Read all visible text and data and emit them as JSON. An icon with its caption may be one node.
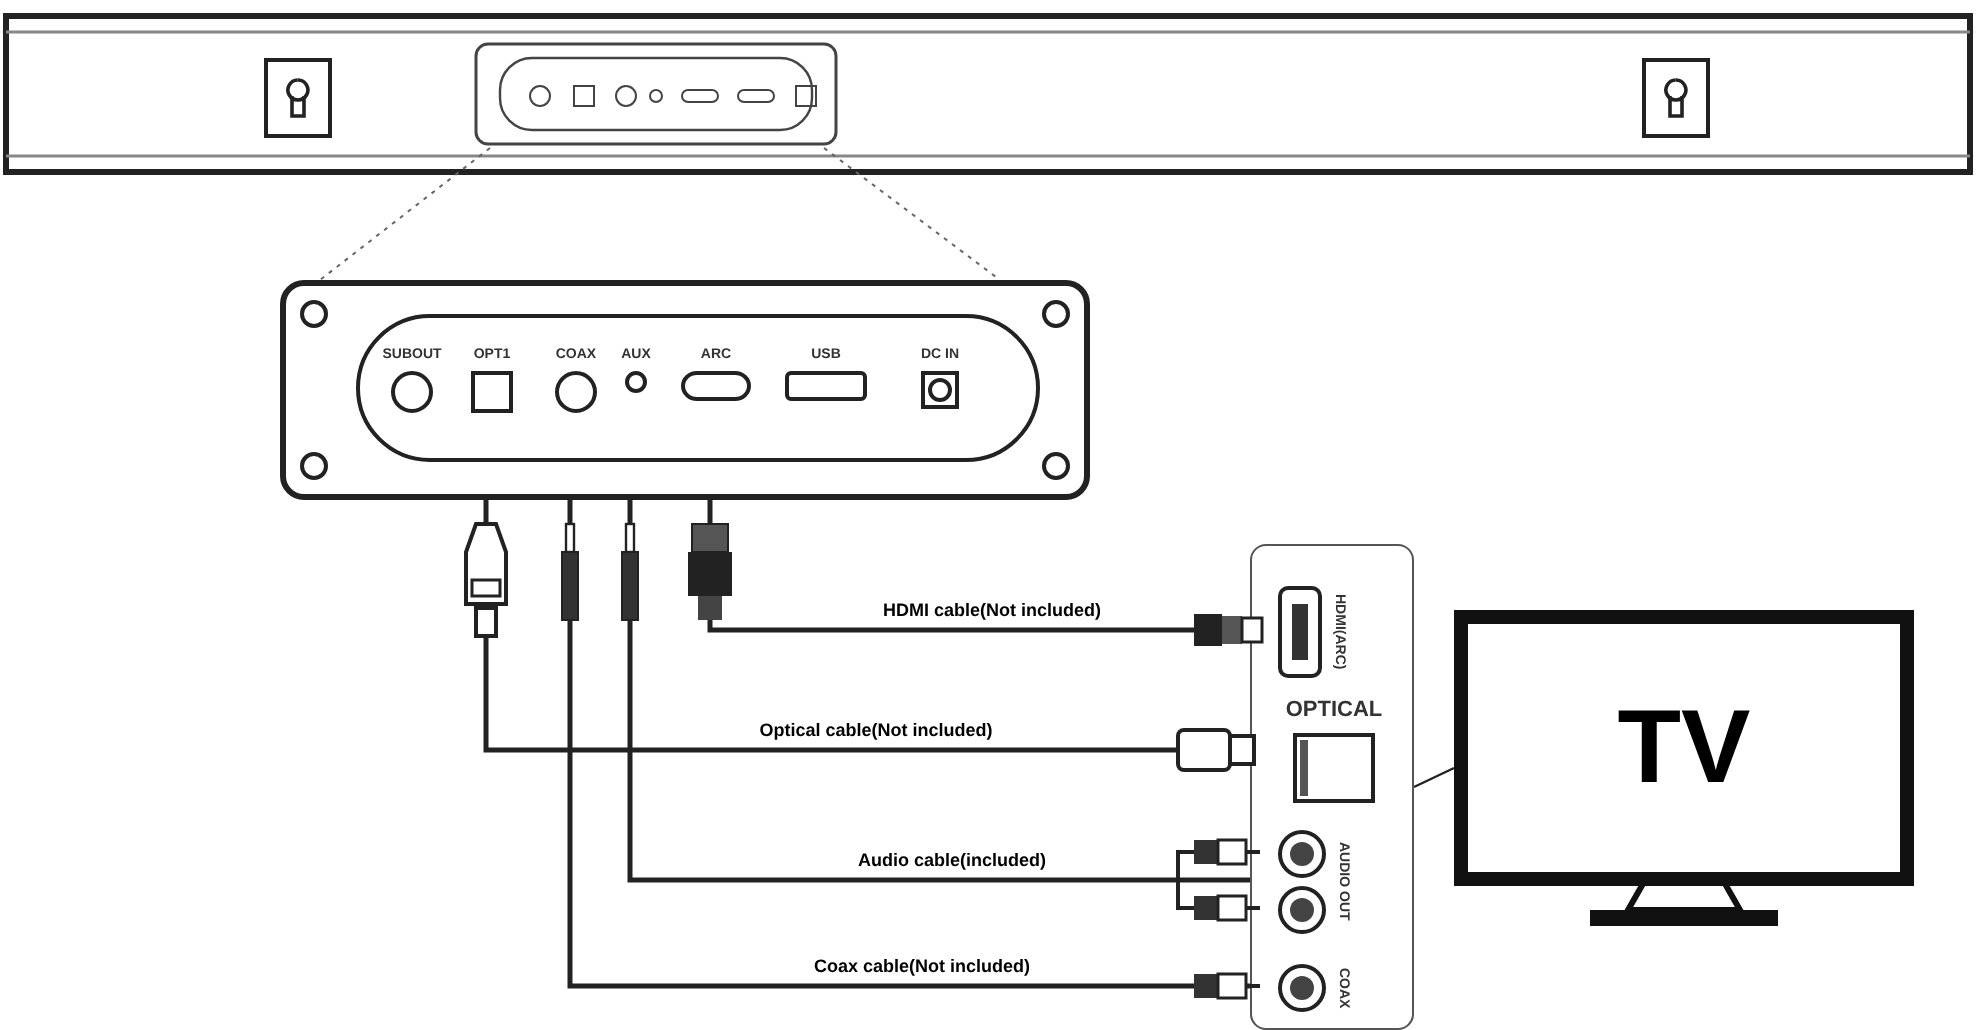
{
  "diagram": {
    "nodes": [
      {
        "text": [],
        "shape": "box"
      },
      {
        "text": [
          "SUBOUT"
        ],
        "in": 0
      },
      {
        "text": [
          "OPT1"
        ],
        "in": 0
      },
      {
        "text": [
          "COAX"
        ],
        "in": 0
      },
      {
        "text": [
          "AUX"
        ],
        "in": 0
      },
      {
        "text": [
          "ARC"
        ],
        "in": 0
      },
      {
        "text": [
          "USB"
        ],
        "in": 0
      },
      {
        "text": [
          "DC IN"
        ],
        "in": 0
      },
      {
        "text": [],
        "shape": "box"
      },
      {
        "text": [
          "HDMI(ARC)"
        ],
        "in": 8
      },
      {
        "text": [
          "OPTICAL"
        ],
        "in": 8
      },
      {
        "text": [
          "AUDIO OUT"
        ],
        "in": 8
      },
      {
        "text": [
          "COAX"
        ],
        "in": 8
      },
      {
        "text": [
          "TV"
        ]
      }
    ],
    "edges": [
      {
        "from": 5,
        "to": 9,
        "arrow": "none",
        "label": "HDMI cable(Not included)"
      },
      {
        "from": 2,
        "to": 10,
        "arrow": "none",
        "label": "Optical cable(Not included)"
      },
      {
        "from": 4,
        "to": 11,
        "arrow": "none",
        "label": "Audio cable(included)"
      },
      {
        "from": 3,
        "to": 12,
        "arrow": "none",
        "label": "Coax cable(Not included)"
      },
      {
        "from": 8,
        "to": 13,
        "arrow": "none"
      }
    ]
  }
}
